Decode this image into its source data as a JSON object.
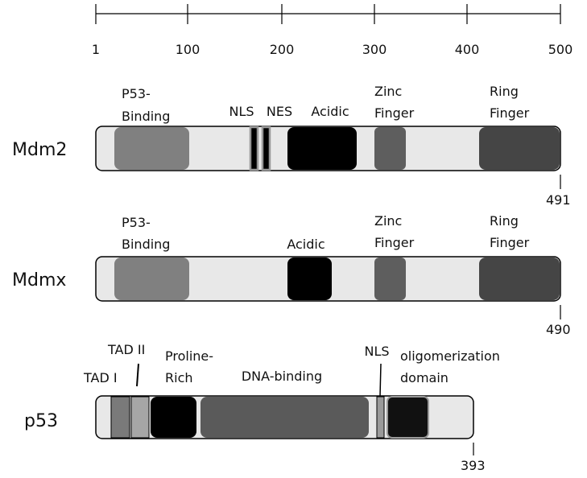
{
  "scale": {
    "ticks": [
      "1",
      "100",
      "200",
      "300",
      "400",
      "500"
    ]
  },
  "proteins": {
    "mdm2": {
      "name": "Mdm2",
      "end_label": "491",
      "domains": {
        "p53_binding": {
          "line1": "P53-",
          "line2": "Binding"
        },
        "nls": "NLS",
        "nes": "NES",
        "acidic": "Acidic",
        "zinc_finger": {
          "line1": "Zinc",
          "line2": "Finger"
        },
        "ring_finger": {
          "line1": "Ring",
          "line2": "Finger"
        }
      }
    },
    "mdmx": {
      "name": "Mdmx",
      "end_label": "490",
      "domains": {
        "p53_binding": {
          "line1": "P53-",
          "line2": "Binding"
        },
        "acidic": "Acidic",
        "zinc_finger": {
          "line1": "Zinc",
          "line2": "Finger"
        },
        "ring_finger": {
          "line1": "Ring",
          "line2": "Finger"
        }
      }
    },
    "p53": {
      "name": "p53",
      "end_label": "393",
      "domains": {
        "tad1": "TAD I",
        "tad2": "TAD II",
        "proline_rich": {
          "line1": "Proline-",
          "line2": "Rich"
        },
        "dna_binding": "DNA-binding",
        "nls": "NLS",
        "oligomerization": {
          "line1": "oligomerization",
          "line2": "domain"
        }
      }
    }
  },
  "colors": {
    "backbone": "#e8e8e8",
    "outline": "#000000",
    "p53_binding": "#808080",
    "acidic": "#000000",
    "zinc_finger": "#5e5e5e",
    "ring_finger": "#454545",
    "tad1": "#7a7a7a",
    "tad2": "#a6a6a6",
    "proline_rich": "#000000",
    "dna_binding": "#5a5a5a",
    "p53_nls": "#9a9a9a",
    "oligomerization": "#111111"
  }
}
